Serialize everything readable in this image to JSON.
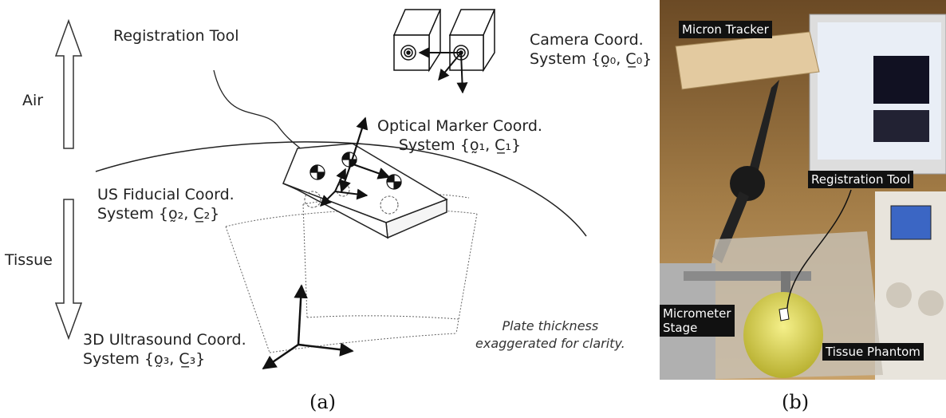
{
  "diagram": {
    "labels": {
      "registration_tool": "Registration Tool",
      "camera_line1": "Camera Coord.",
      "camera_line2": "System {o̰₀, C̲₀}",
      "air": "Air",
      "optical_line1": "Optical Marker Coord.",
      "optical_line2": "System {o̰₁, C̲₁}",
      "us_line1": "US Fiducial Coord.",
      "us_line2": "System {o̰₂, C̲₂}",
      "tissue": "Tissue",
      "us3d_line1": "3D Ultrasound Coord.",
      "us3d_line2": "System {o̰₃, C̲₃}",
      "note_line1": "Plate thickness",
      "note_line2": "exaggerated for clarity."
    },
    "caption_a": "(a)"
  },
  "photo": {
    "tags": {
      "micron_tracker": "Micron Tracker",
      "registration_tool": "Registration Tool",
      "micrometer_line1": "Micrometer",
      "micrometer_line2": "Stage",
      "tissue_phantom": "Tissue Phantom"
    },
    "caption_b": "(b)"
  }
}
